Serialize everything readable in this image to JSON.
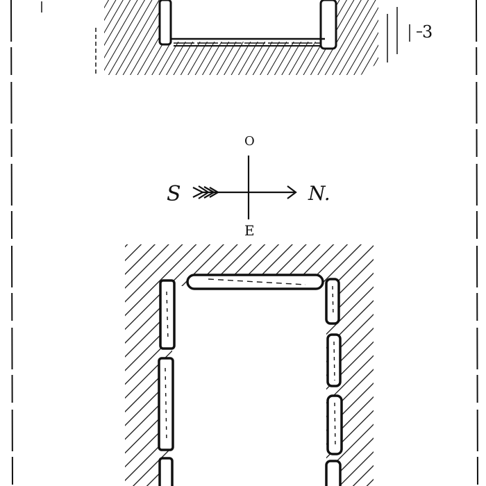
{
  "figure": {
    "type": "archaeological-plan-engraving",
    "colors": {
      "ink": "#111111",
      "paper": "#ffffff"
    },
    "reference_label": "3",
    "compass": {
      "top": "O",
      "bottom": "E",
      "left": "S",
      "right": "N."
    },
    "upper_chamber": {
      "description": "Partial view of a rectangular stone chamber with hatched surrounding earth, cut off at top"
    },
    "lower_chamber": {
      "description": "Rectangular stone chamber (cist) with one capstone at top and upright side slabs, surrounded by diagonal hatching",
      "left_slabs": 4,
      "right_slabs": 4,
      "top_slabs": 1
    }
  }
}
